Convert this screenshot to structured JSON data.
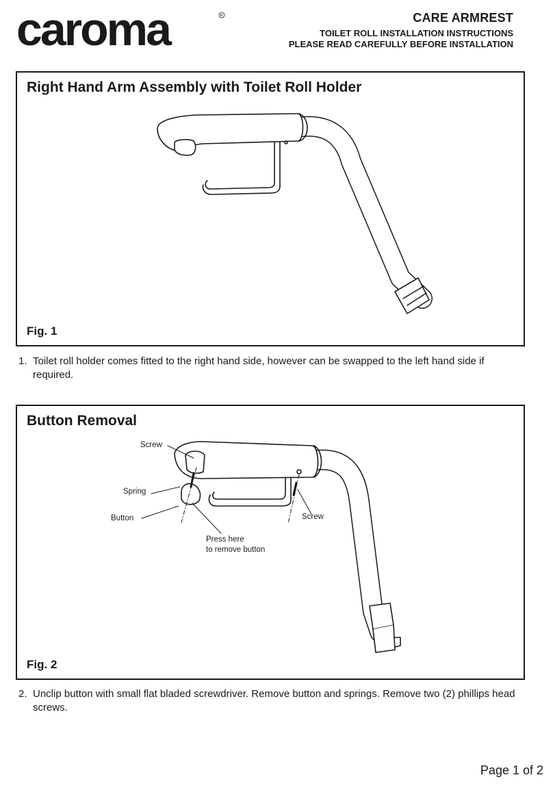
{
  "header": {
    "brand": "caroma",
    "title": "CARE ARMREST",
    "subtitle_line1": "TOILET ROLL INSTALLATION INSTRUCTIONS",
    "subtitle_line2": "PLEASE READ CAREFULLY BEFORE INSTALLATION"
  },
  "figure1": {
    "heading": "Right Hand Arm Assembly with Toilet Roll Holder",
    "label": "Fig. 1"
  },
  "step1": {
    "number": "1.",
    "text": "Toilet roll holder comes fitted to the right hand side, however can be swapped to the left hand side if required."
  },
  "figure2": {
    "heading": "Button Removal",
    "label": "Fig. 2",
    "callouts": {
      "screw_top": "Screw",
      "spring": "Spring",
      "button": "Button",
      "screw_right": "Screw",
      "press_line1": "Press here",
      "press_line2": "to remove button"
    }
  },
  "step2": {
    "number": "2.",
    "text": "Unclip button with small flat bladed screwdriver. Remove button and springs. Remove two (2) phillips head screws."
  },
  "footer": {
    "page": "Page 1 of 2"
  },
  "colors": {
    "ink": "#1a1a1a",
    "paper": "#ffffff"
  }
}
